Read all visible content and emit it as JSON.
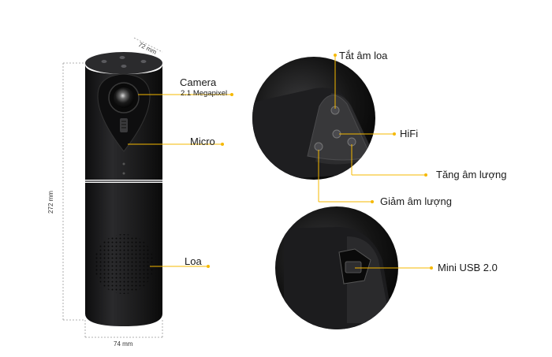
{
  "labels": {
    "camera": "Camera",
    "camera_sub": "2.1 Megapixel",
    "micro": "Micro",
    "loa": "Loa",
    "tat_am_loa": "Tắt âm loa",
    "hifi": "HiFi",
    "tang_am_luong": "Tăng âm lượng",
    "giam_am_luong": "Giảm âm lượng",
    "mini_usb": "Mini USB 2.0"
  },
  "dimensions": {
    "depth": "72 mm",
    "height": "272 mm",
    "width": "74 mm"
  },
  "colors": {
    "accent": "#f5b800",
    "device": "#1c1c1e",
    "leader": "#999999"
  }
}
